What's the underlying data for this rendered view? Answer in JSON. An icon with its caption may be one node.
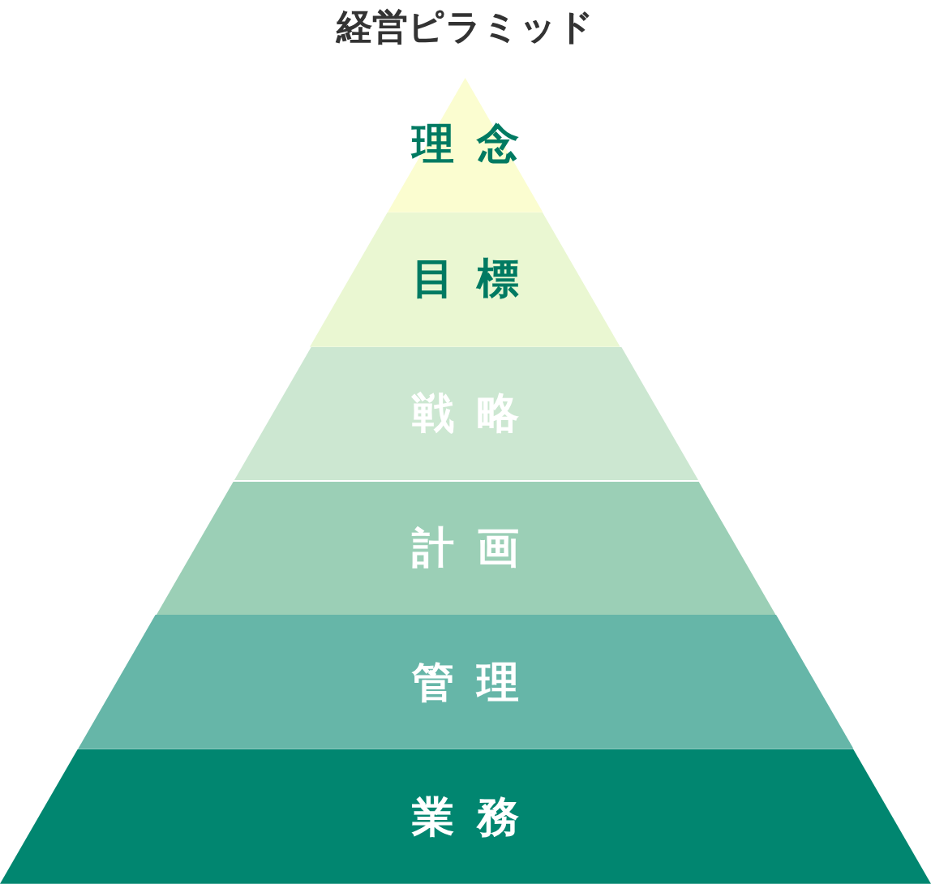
{
  "diagram": {
    "title": "経営ピラミッド",
    "nodes": [
      {
        "text": [
          "理念"
        ]
      },
      {
        "text": [
          "目標"
        ]
      },
      {
        "text": [
          "戦略"
        ]
      },
      {
        "text": [
          "計画"
        ]
      },
      {
        "text": [
          "管理"
        ]
      },
      {
        "text": [
          "業務"
        ]
      }
    ]
  }
}
